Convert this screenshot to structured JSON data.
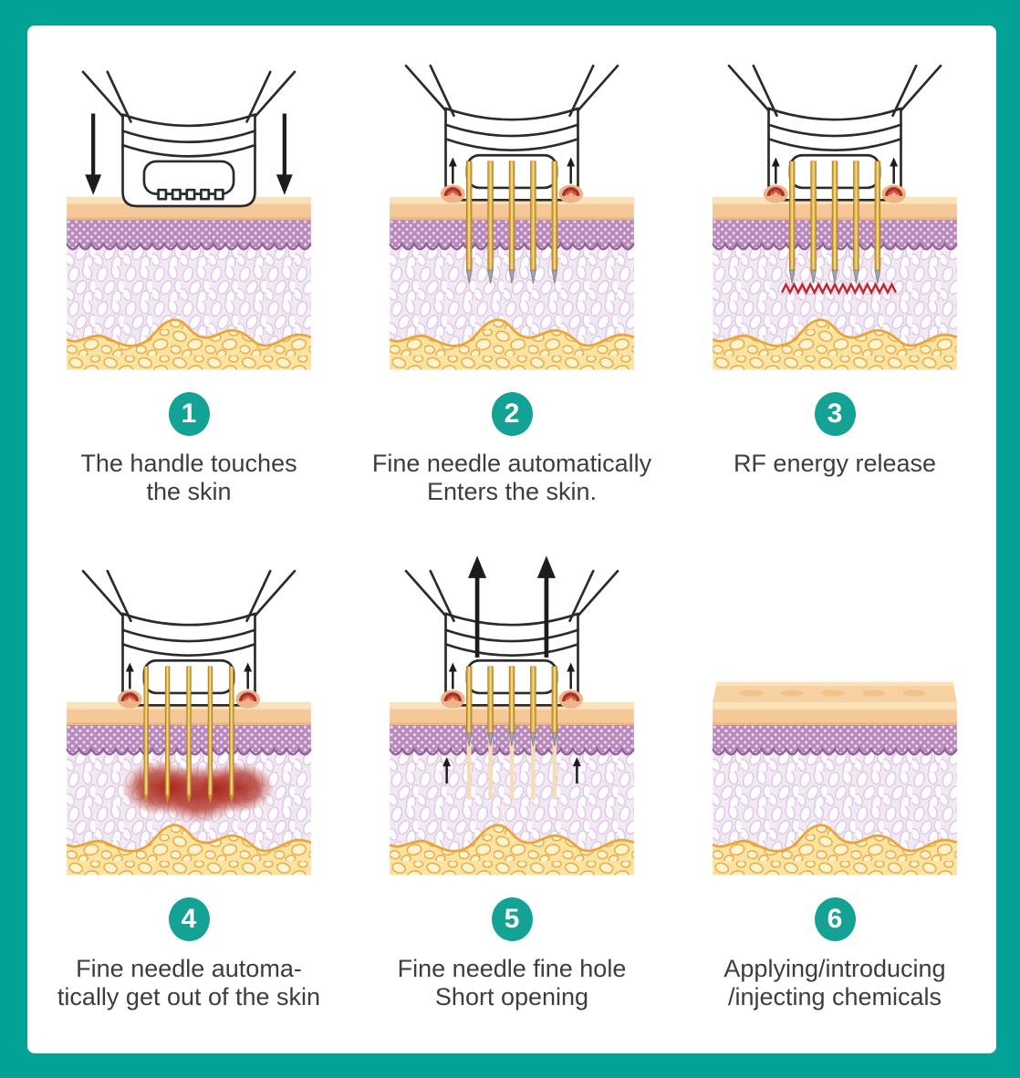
{
  "colors": {
    "frame": "#02a296",
    "panel": "#ffffff",
    "badge": "#14a295",
    "caption": "#3d3d3d",
    "device-outline": "#2b2b2b",
    "needle-gold": "#d8a83c",
    "needle-tip": "#a3a6af",
    "rf-red": "#c2262e",
    "heat-red": "#b03228",
    "epidermis": "#f5c997",
    "epidermis-top": "#fbe2ba",
    "stratum-purple": "#b78abb",
    "dermis": "#f2e9f4",
    "fat-yellow": "#fbe3a2"
  },
  "steps": [
    {
      "number": "1",
      "caption": "The handle touches\nthe skin"
    },
    {
      "number": "2",
      "caption": "Fine needle automatically\nEnters the skin."
    },
    {
      "number": "3",
      "caption": "RF energy release"
    },
    {
      "number": "4",
      "caption": "Fine needle automa-\ntically get out of the skin"
    },
    {
      "number": "5",
      "caption": "Fine needle fine hole\nShort opening"
    },
    {
      "number": "6",
      "caption": "Applying/introducing\n/injecting chemicals"
    }
  ]
}
